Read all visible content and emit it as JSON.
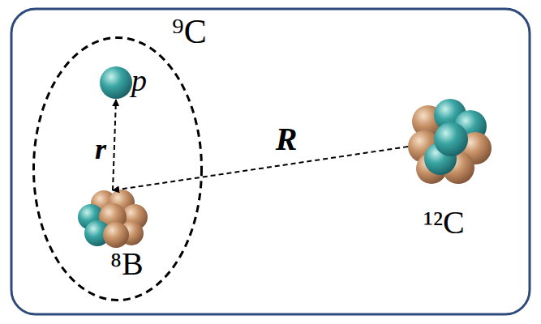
{
  "diagram": {
    "nodes": [
      {
        "text": [
          "⁹C"
        ]
      },
      {
        "text": [
          "p"
        ],
        "in": 0
      },
      {
        "text": [
          "⁸B"
        ],
        "in": 0
      },
      {
        "text": [
          "¹²C"
        ]
      }
    ],
    "edges": [
      {
        "from": 2,
        "to": 1,
        "arrow": "to",
        "label": "r"
      },
      {
        "from": 3,
        "to": 2,
        "arrow": "to",
        "label": "R"
      }
    ]
  }
}
